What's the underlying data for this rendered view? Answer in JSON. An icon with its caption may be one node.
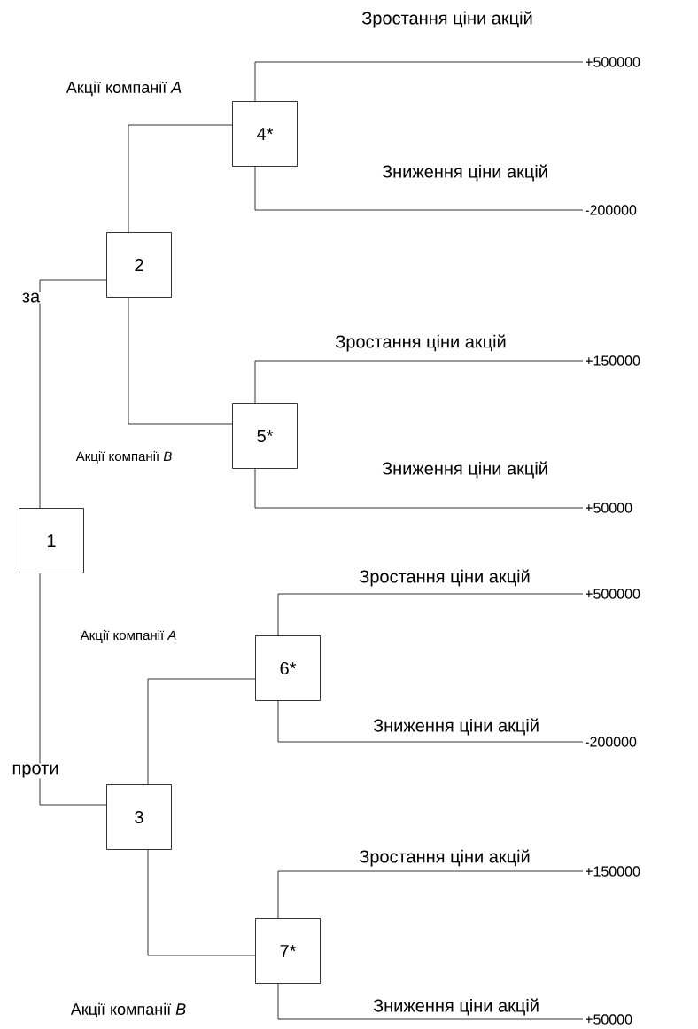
{
  "diagram": {
    "nodes": [
      {
        "text": [
          "1"
        ]
      },
      {
        "text": [
          "2"
        ]
      },
      {
        "text": [
          "3"
        ]
      },
      {
        "text": [
          "4*"
        ]
      },
      {
        "text": [
          "5*"
        ]
      },
      {
        "text": [
          "6*"
        ]
      },
      {
        "text": [
          "7*"
        ]
      },
      {
        "text": [
          "+500000"
        ]
      },
      {
        "text": [
          "-200000"
        ]
      },
      {
        "text": [
          "+150000"
        ]
      },
      {
        "text": [
          "+50000"
        ]
      },
      {
        "text": [
          "+500000"
        ]
      },
      {
        "text": [
          "-200000"
        ]
      },
      {
        "text": [
          "+150000"
        ]
      },
      {
        "text": [
          "+50000"
        ]
      }
    ],
    "edges": [
      {
        "from": 0,
        "to": 1,
        "arrow": "none",
        "label": "за"
      },
      {
        "from": 0,
        "to": 2,
        "arrow": "none",
        "label": "проти"
      },
      {
        "from": 1,
        "to": 3,
        "arrow": "none",
        "label": "Акції компанії *A*"
      },
      {
        "from": 1,
        "to": 4,
        "arrow": "none",
        "label": "Акції компанії *B*"
      },
      {
        "from": 2,
        "to": 5,
        "arrow": "none",
        "label": "Акції компанії *A*"
      },
      {
        "from": 2,
        "to": 6,
        "arrow": "none",
        "label": "Акції компанії *B*"
      },
      {
        "from": 3,
        "to": 7,
        "arrow": "none",
        "label": "Зростання ціни акцій"
      },
      {
        "from": 3,
        "to": 8,
        "arrow": "none",
        "label": "Зниження ціни акцій"
      },
      {
        "from": 4,
        "to": 9,
        "arrow": "none",
        "label": "Зростання ціни акцій"
      },
      {
        "from": 4,
        "to": 10,
        "arrow": "none",
        "label": "Зниження ціни акцій"
      },
      {
        "from": 5,
        "to": 11,
        "arrow": "none",
        "label": "Зростання ціни акцій"
      },
      {
        "from": 5,
        "to": 12,
        "arrow": "none",
        "label": "Зниження ціни акцій"
      },
      {
        "from": 6,
        "to": 13,
        "arrow": "none",
        "label": "Зростання ціни акцій"
      },
      {
        "from": 6,
        "to": 14,
        "arrow": "none",
        "label": "Зниження ціни акцій"
      }
    ]
  }
}
